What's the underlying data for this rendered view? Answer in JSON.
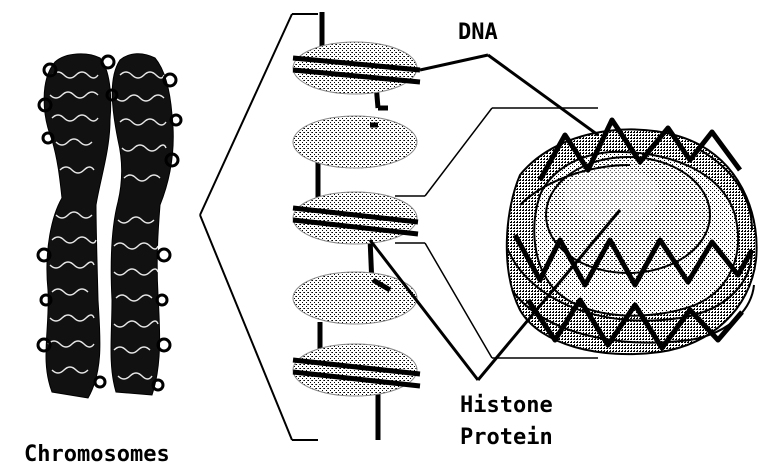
{
  "labels": {
    "dna": "DNA",
    "histone_line1": "Histone",
    "histone_line2": "Protein",
    "chromosomes": "Chromosomes"
  }
}
